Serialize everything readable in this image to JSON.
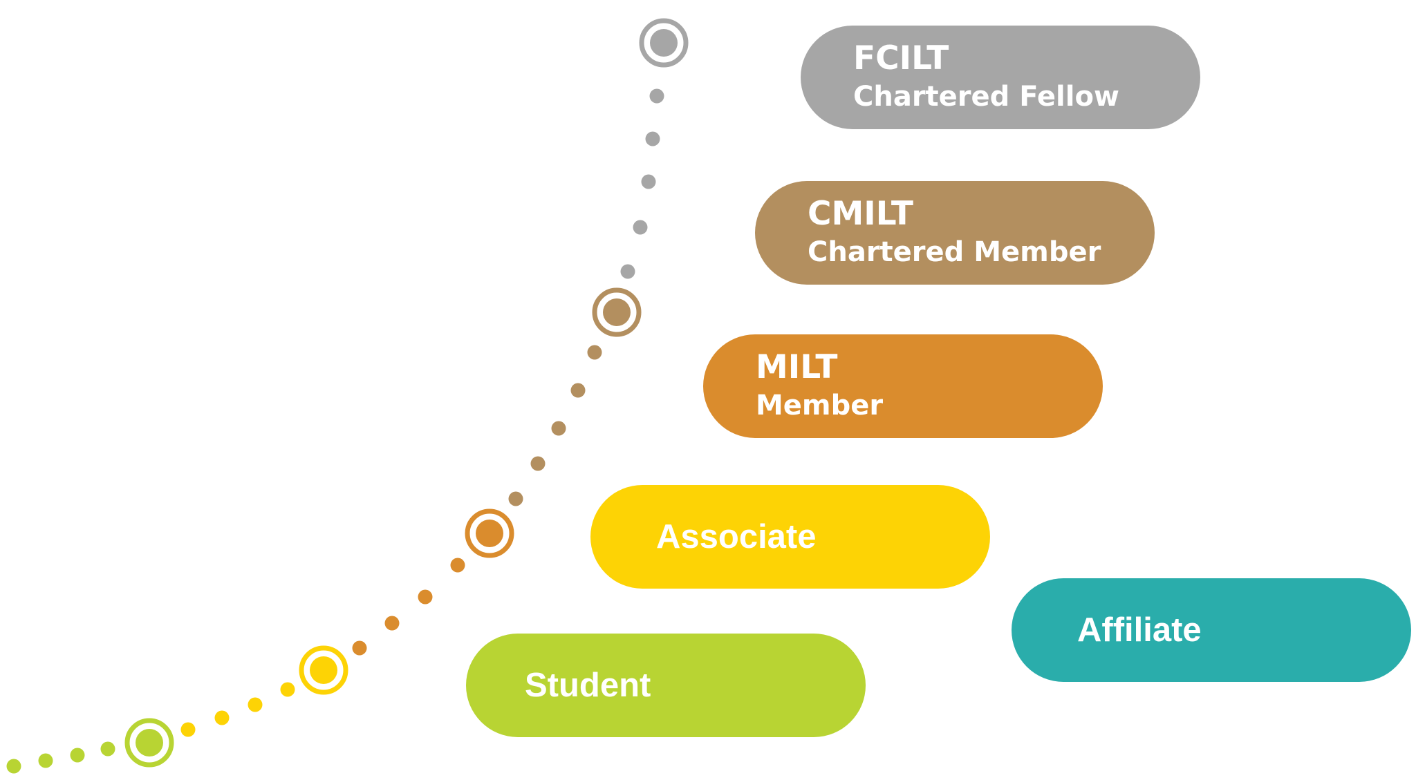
{
  "grades": [
    {
      "id": "fcilt",
      "code": "FCILT",
      "title": "Chartered Fellow",
      "color": "#a6a6a6"
    },
    {
      "id": "cmilt",
      "code": "CMILT",
      "title": "Chartered Member",
      "color": "#b38f5f"
    },
    {
      "id": "milt",
      "code": "MILT",
      "title": "Member",
      "color": "#da8c2d"
    },
    {
      "id": "associate",
      "label": "Associate",
      "color": "#fdd305"
    },
    {
      "id": "affiliate",
      "label": "Affiliate",
      "color": "#2aadab"
    },
    {
      "id": "student",
      "label": "Student",
      "color": "#b8d433"
    }
  ],
  "path_colors": {
    "start": "#b8d433",
    "student": "#b8d433",
    "associate": "#fdd305",
    "milt": "#da8c2d",
    "cmilt": "#b38f5f",
    "fcilt": "#a6a6a6"
  }
}
